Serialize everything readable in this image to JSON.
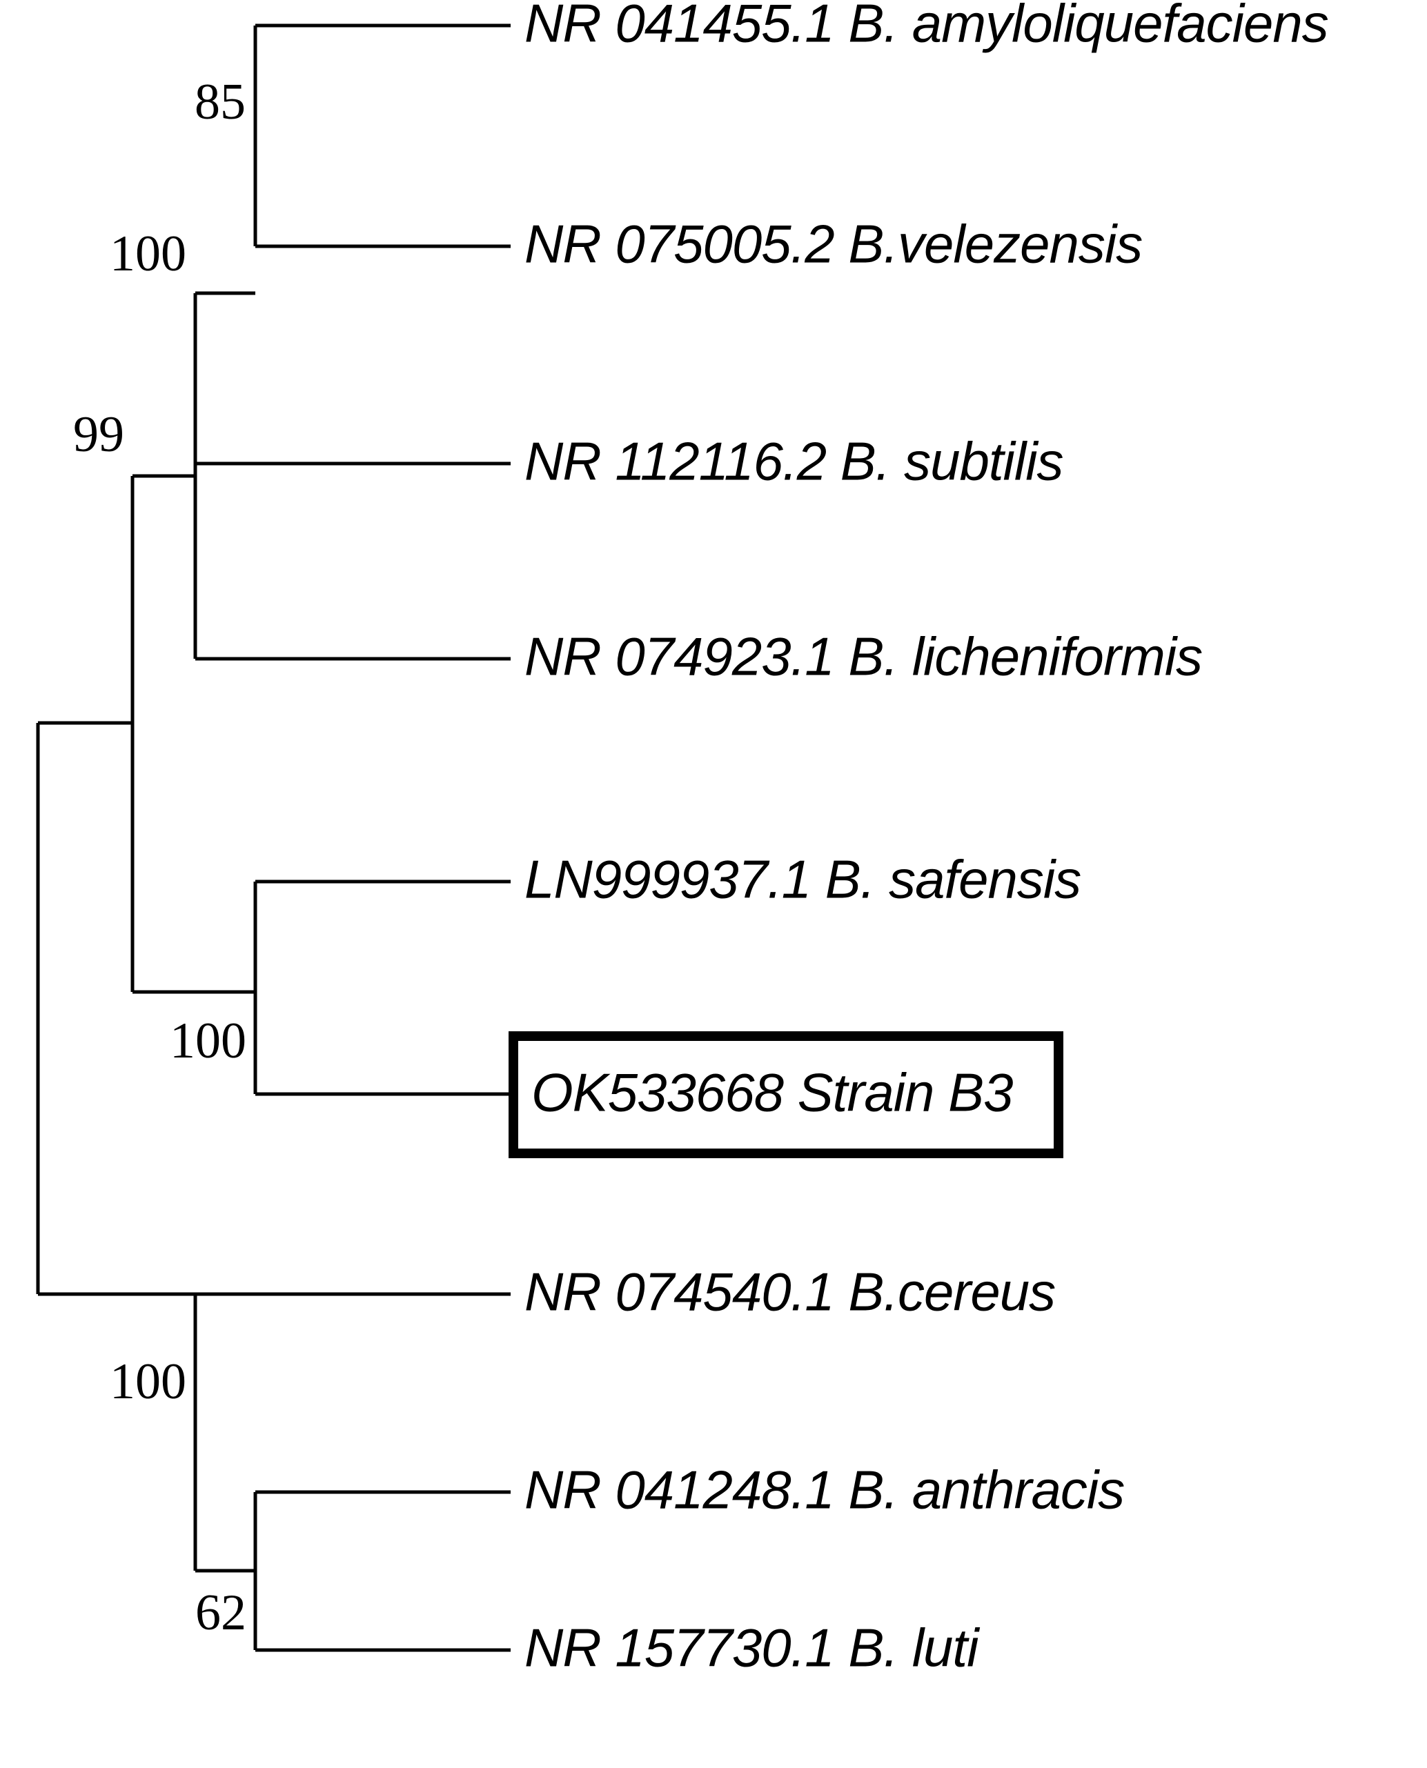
{
  "figure": {
    "type": "phylogenetic-tree",
    "layout": "rectangular-cladogram",
    "orientation": "left-to-right",
    "background_color": "#ffffff",
    "line_color": "#000000",
    "highlight_color": "#000000"
  },
  "taxa": [
    {
      "id": "amyloliquefaciens",
      "label": "NR 041455.1 B. amyloliquefaciens",
      "accession": "NR 041455.1",
      "species": "B. amyloliquefaciens",
      "highlighted": false
    },
    {
      "id": "velezensis",
      "label": "NR 075005.2 B.velezensis",
      "accession": "NR 075005.2",
      "species": "B.velezensis",
      "highlighted": false
    },
    {
      "id": "subtilis",
      "label": "NR 112116.2 B. subtilis",
      "accession": "NR 112116.2",
      "species": "B. subtilis",
      "highlighted": false
    },
    {
      "id": "licheniformis",
      "label": "NR 074923.1 B. licheniformis",
      "accession": "NR 074923.1",
      "species": "B. licheniformis",
      "highlighted": false
    },
    {
      "id": "safensis",
      "label": "LN999937.1 B. safensis",
      "accession": "LN999937.1",
      "species": "B. safensis",
      "highlighted": false
    },
    {
      "id": "strain-b3",
      "label": "OK533668 Strain B3",
      "accession": "OK533668",
      "species": "Strain B3",
      "highlighted": true
    },
    {
      "id": "cereus",
      "label": "NR 074540.1 B.cereus",
      "accession": "NR 074540.1",
      "species": "B.cereus",
      "highlighted": false
    },
    {
      "id": "anthracis",
      "label": "NR 041248.1 B. anthracis",
      "accession": "NR 041248.1",
      "species": "B. anthracis",
      "highlighted": false
    },
    {
      "id": "luti",
      "label": "NR 157730.1 B. luti",
      "accession": "NR 157730.1",
      "species": "B. luti",
      "highlighted": false
    }
  ],
  "support_values": [
    {
      "id": "node-85",
      "value": "85",
      "supports": [
        "amyloliquefaciens",
        "velezensis"
      ]
    },
    {
      "id": "node-100-upper",
      "value": "100",
      "supports": [
        "amyloliquefaciens",
        "velezensis",
        "subtilis"
      ]
    },
    {
      "id": "node-99",
      "value": "99",
      "supports": [
        "amyloliquefaciens",
        "velezensis",
        "subtilis",
        "licheniformis"
      ]
    },
    {
      "id": "node-100-b3",
      "value": "100",
      "supports": [
        "safensis",
        "strain-b3"
      ]
    },
    {
      "id": "node-100-cereus",
      "value": "100",
      "supports": [
        "cereus",
        "anthracis",
        "luti"
      ]
    },
    {
      "id": "node-62",
      "value": "62",
      "supports": [
        "anthracis",
        "luti"
      ]
    }
  ],
  "chart_data": {
    "type": "tree",
    "title": "",
    "newick": "(((((NR 041455.1 B. amyloliquefaciens,NR 075005.2 B.velezensis)85,NR 112116.2 B. subtilis)100,NR 074923.1 B. licheniformis)99,(LN999937.1 B. safensis,OK533668 Strain B3)100),(NR 074540.1 B.cereus,(NR 041248.1 B. anthracis,NR 157730.1 B. luti)62)100);",
    "tip_labels": [
      "NR 041455.1 B. amyloliquefaciens",
      "NR 075005.2 B.velezensis",
      "NR 112116.2 B. subtilis",
      "NR 074923.1 B. licheniformis",
      "LN999937.1 B. safensis",
      "OK533668 Strain B3",
      "NR 074540.1 B.cereus",
      "NR 041248.1 B. anthracis",
      "NR 157730.1 B. luti"
    ],
    "node_support": [
      85,
      100,
      99,
      100,
      100,
      62
    ],
    "legend": "none",
    "grid": false
  }
}
